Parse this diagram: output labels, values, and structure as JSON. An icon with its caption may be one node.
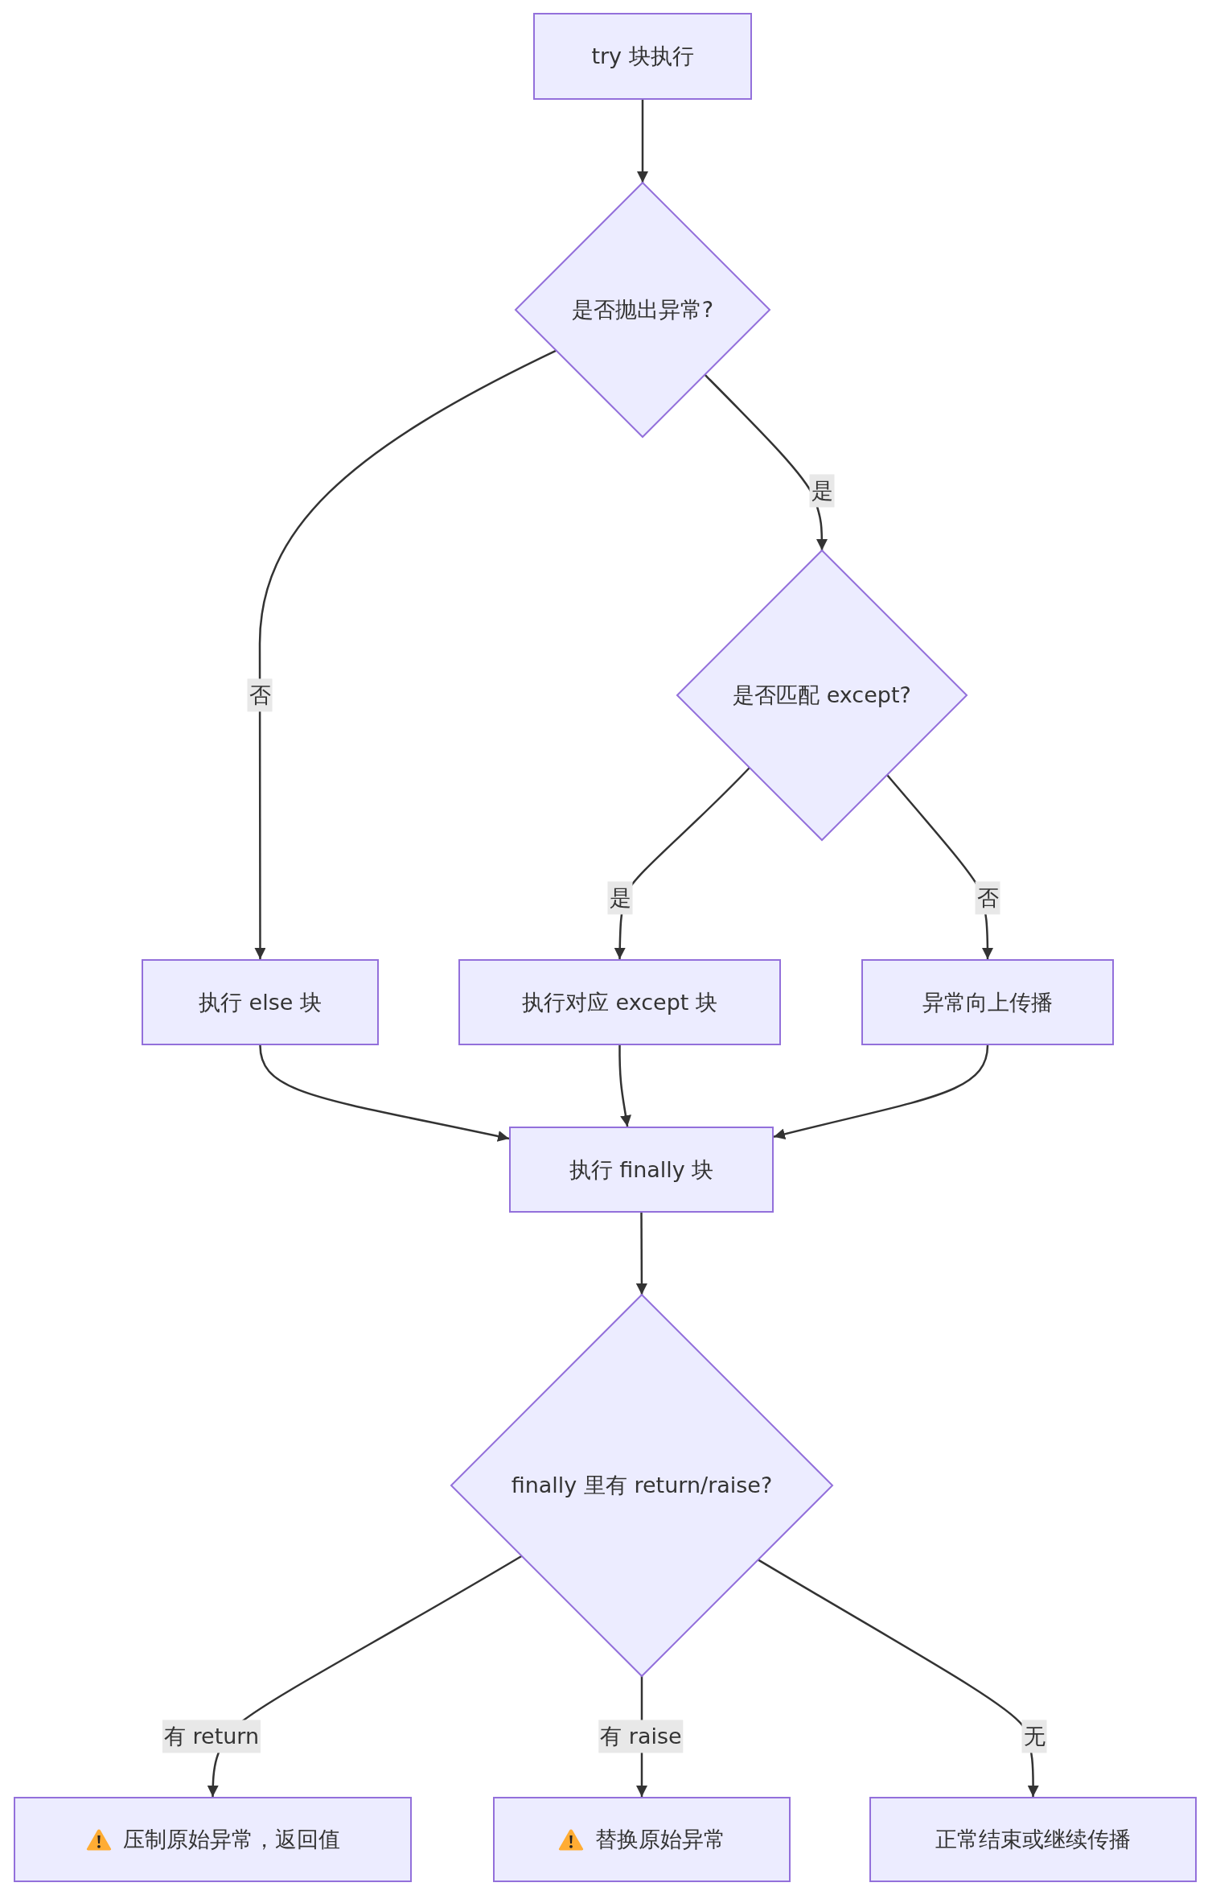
{
  "diagram": {
    "nodes": [
      {
        "text": [
          "try 块执行"
        ]
      },
      {
        "text": [
          "是否抛出异常?"
        ]
      },
      {
        "text": [
          "是否匹配 except?"
        ]
      },
      {
        "text": [
          "执行 else 块"
        ]
      },
      {
        "text": [
          "执行对应 except 块"
        ]
      },
      {
        "text": [
          "异常向上传播"
        ]
      },
      {
        "text": [
          "执行 finally 块"
        ]
      },
      {
        "text": [
          "finally 里有 return/raise?"
        ]
      },
      {
        "text": [
          "压制原始异常，返回值"
        ]
      },
      {
        "text": [
          "替换原始异常"
        ]
      },
      {
        "text": [
          "正常结束或继续传播"
        ]
      }
    ],
    "edges": [
      {
        "from": 0,
        "to": 1,
        "arrow": "to"
      },
      {
        "from": 1,
        "to": 3,
        "label": "否",
        "arrow": "to"
      },
      {
        "from": 1,
        "to": 2,
        "label": "是",
        "arrow": "to"
      },
      {
        "from": 2,
        "to": 4,
        "label": "是",
        "arrow": "to"
      },
      {
        "from": 2,
        "to": 5,
        "label": "否",
        "arrow": "to"
      },
      {
        "from": 3,
        "to": 6,
        "arrow": "to"
      },
      {
        "from": 4,
        "to": 6,
        "arrow": "to"
      },
      {
        "from": 5,
        "to": 6,
        "arrow": "to"
      },
      {
        "from": 6,
        "to": 7,
        "arrow": "to"
      },
      {
        "from": 7,
        "to": 8,
        "label": "有 return",
        "arrow": "to"
      },
      {
        "from": 7,
        "to": 9,
        "label": "有 raise",
        "arrow": "to"
      },
      {
        "from": 7,
        "to": 10,
        "label": "无",
        "arrow": "to"
      }
    ]
  }
}
